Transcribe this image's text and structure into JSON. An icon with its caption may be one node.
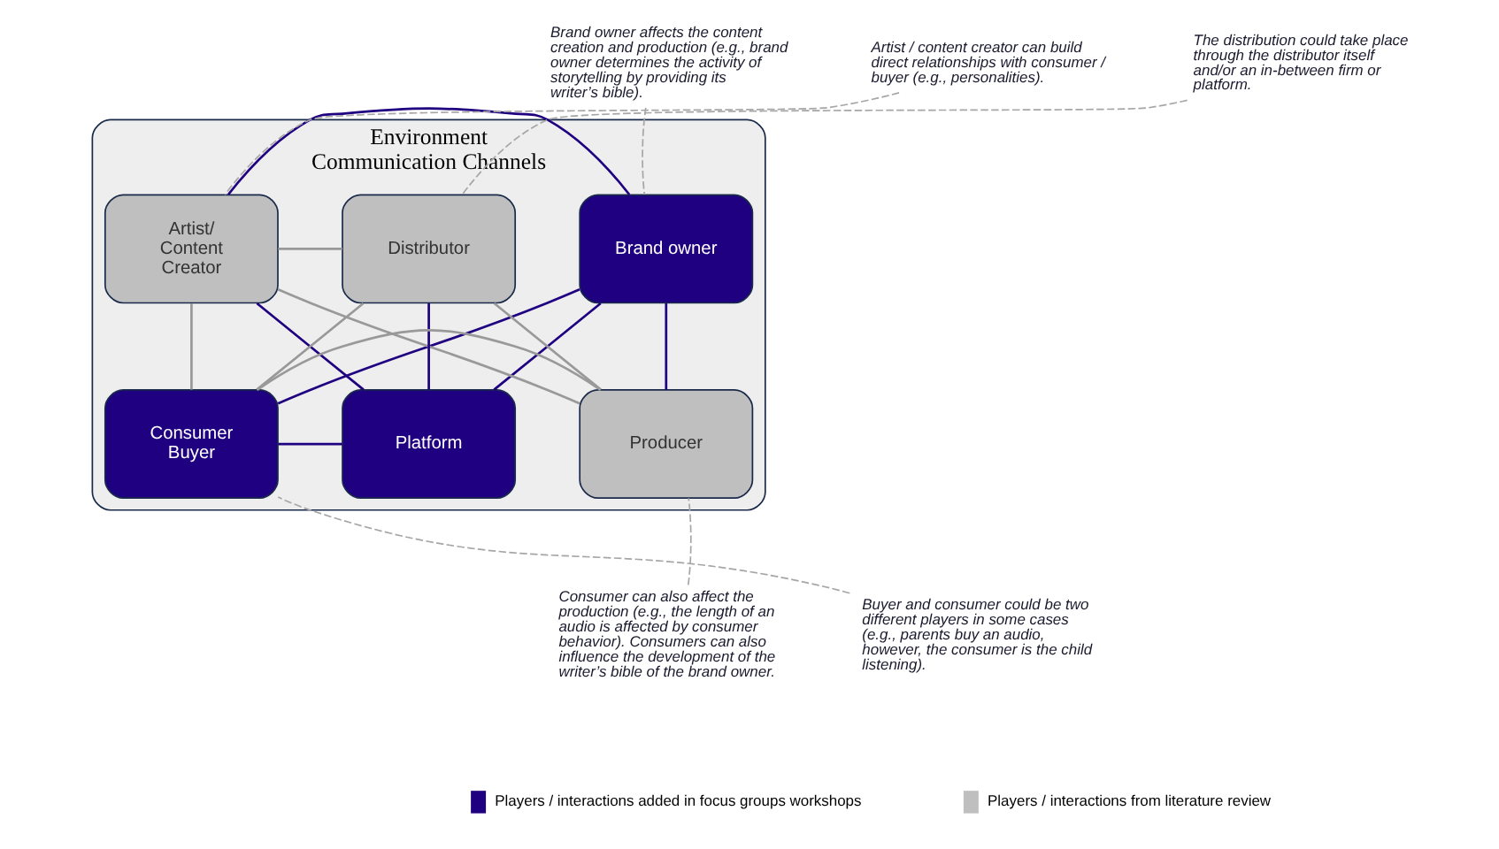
{
  "diagram": {
    "nodes": [
      {
        "text": [
          "Environment",
          "Communication Channels"
        ]
      },
      {
        "text": [
          "Brand owner"
        ],
        "in": 0
      },
      {
        "text": [
          "Artist/ Content Creator"
        ],
        "in": 0
      },
      {
        "text": [
          "Distributor"
        ],
        "in": 0
      },
      {
        "text": [
          "Producer"
        ],
        "in": 0
      },
      {
        "text": [
          "Consumer",
          "Buyer"
        ],
        "in": 0
      },
      {
        "text": [
          "Platform"
        ],
        "in": 0
      },
      {
        "text": [
          "Brand owner affects the content creation and production (e.g., brand owner determines the activity of storytelling by providing its writer’s bible)."
        ]
      },
      {
        "text": [
          "Artist / content creator can build direct relationships with consumer / buyer (e.g., personalities)."
        ]
      },
      {
        "text": [
          "The distribution could take place through the distributor itself and/or an in-between firm or platform."
        ]
      },
      {
        "text": [
          "Consumer can also affect the production (e.g., the length of an audio is affected by consumer behavior). Consumers can also influence the development of the writer’s bible of the brand owner."
        ]
      },
      {
        "text": [
          "Buyer and consumer could be two different players in some cases (e.g., parents buy an audio, however, the consumer is the child listening)."
        ]
      }
    ],
    "edges": [
      {
        "from": 1,
        "to": 2,
        "arrow": "none"
      },
      {
        "from": 2,
        "to": 3,
        "arrow": "none",
        "color": "#999999"
      },
      {
        "from": 1,
        "to": 4,
        "arrow": "none"
      },
      {
        "from": 1,
        "to": 5,
        "arrow": "none"
      },
      {
        "from": 1,
        "to": 6,
        "arrow": "none"
      },
      {
        "from": 2,
        "to": 4,
        "arrow": "none",
        "color": "#999999"
      },
      {
        "from": 2,
        "to": 5,
        "arrow": "none",
        "color": "#999999"
      },
      {
        "from": 2,
        "to": 6,
        "arrow": "none"
      },
      {
        "from": 3,
        "to": 4,
        "arrow": "none",
        "color": "#999999"
      },
      {
        "from": 3,
        "to": 5,
        "arrow": "none",
        "color": "#999999"
      },
      {
        "from": 3,
        "to": 6,
        "arrow": "none"
      },
      {
        "from": 4,
        "to": 5,
        "arrow": "none",
        "color": "#999999"
      },
      {
        "from": 5,
        "to": 6,
        "arrow": "none"
      },
      {
        "from": 7,
        "to": 1,
        "arrow": "none",
        "style": "dashed",
        "color": "#a6a6a6"
      },
      {
        "from": 8,
        "to": 2,
        "arrow": "none",
        "style": "dashed",
        "color": "#a6a6a6"
      },
      {
        "from": 9,
        "to": 3,
        "arrow": "none",
        "style": "dashed",
        "color": "#a6a6a6"
      },
      {
        "from": 10,
        "to": 4,
        "arrow": "none",
        "style": "dashed",
        "color": "#a6a6a6"
      },
      {
        "from": 11,
        "to": 5,
        "arrow": "none",
        "style": "dashed",
        "color": "#a6a6a6"
      }
    ],
    "legend": [
      {
        "text": "Players / interactions added in focus groups workshops",
        "color": "#1f0080"
      },
      {
        "text": "Players / interactions from literature review",
        "color": "#bfbfbf"
      }
    ]
  }
}
